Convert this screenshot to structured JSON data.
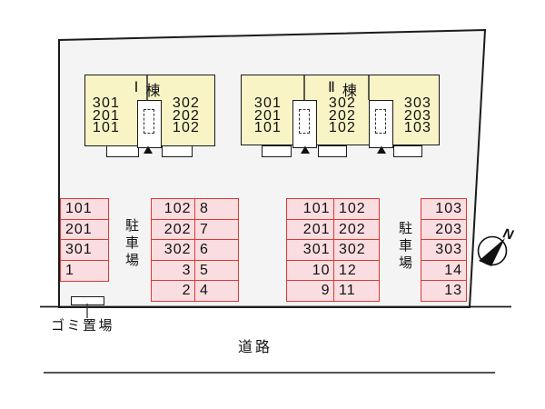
{
  "buildings": [
    {
      "numeral": "Ⅰ",
      "suffix": "棟",
      "columns": [
        "301\n201\n101",
        "302\n202\n102"
      ]
    },
    {
      "numeral": "Ⅱ",
      "suffix": "棟",
      "columns": [
        "301\n201\n101",
        "302\n202\n102",
        "303\n203\n103"
      ]
    }
  ],
  "parking": {
    "label_left": "駐車場",
    "label_right": "駐車場",
    "block_a": [
      "101",
      "201",
      "301",
      "1"
    ],
    "block_b_left": [
      "102",
      "202",
      "302",
      "3",
      "2"
    ],
    "block_b_right": [
      "8",
      "7",
      "6",
      "5",
      "4"
    ],
    "block_c_left": [
      "101",
      "201",
      "301",
      "10",
      "9"
    ],
    "block_c_right": [
      "102",
      "202",
      "302",
      "12",
      "11"
    ],
    "block_d": [
      "103",
      "203",
      "303",
      "14",
      "13"
    ]
  },
  "labels": {
    "garbage": "ゴミ置場",
    "road": "道路",
    "north": "N"
  },
  "colors": {
    "site_fill": "#f4f4f4",
    "building_fill": "#f8f4c6",
    "building_border": "#1b1b1b",
    "parking_fill": "#fadde1",
    "parking_border": "#d93a32",
    "line": "#1b1b1b"
  }
}
